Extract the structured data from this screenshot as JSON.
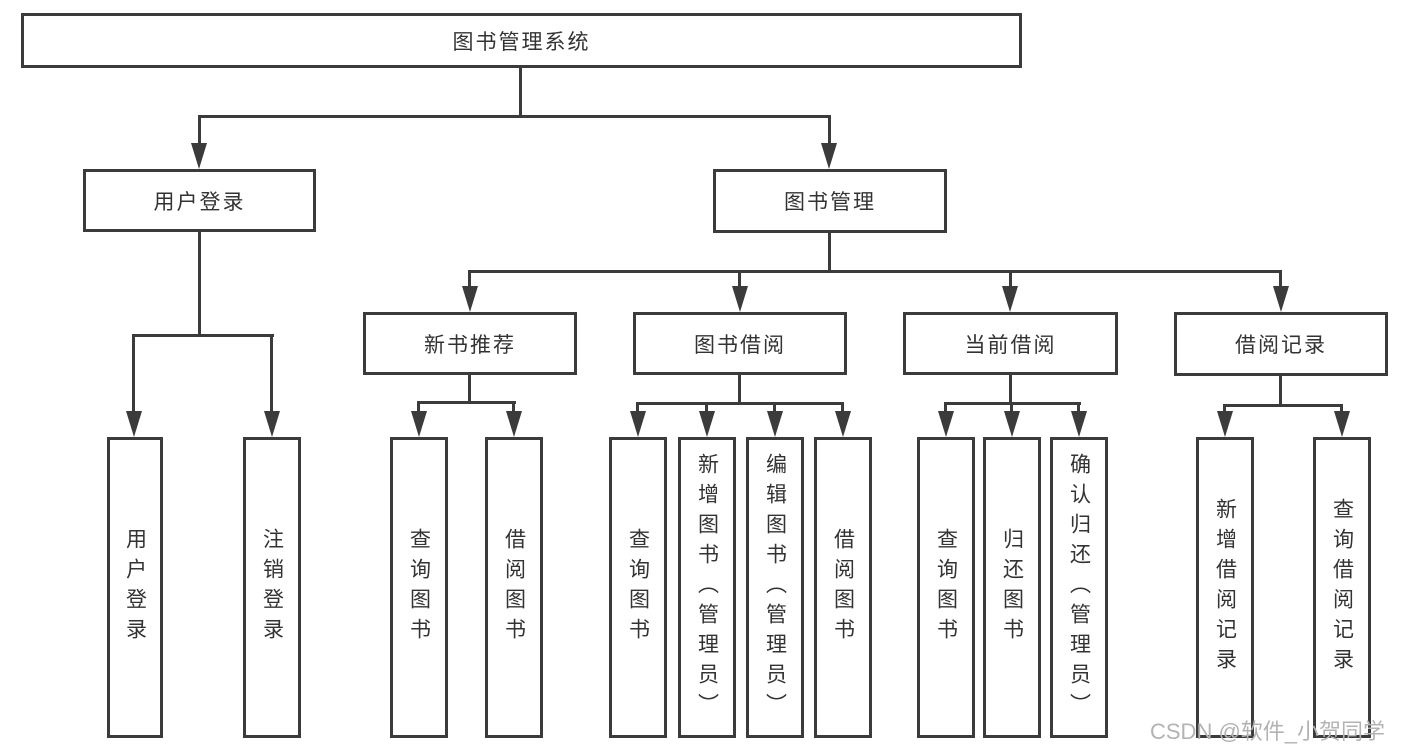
{
  "colors": {
    "line": "#3b3b3b",
    "text": "#333333",
    "watermark": "#b3b3b3",
    "bg": "#ffffff"
  },
  "tree": {
    "root": {
      "label": "图书管理系统"
    },
    "branches": [
      {
        "label": "用户登录",
        "children": [
          {
            "label": "用户登录"
          },
          {
            "label": "注销登录"
          }
        ]
      },
      {
        "label": "图书管理",
        "children": [
          {
            "label": "新书推荐",
            "children": [
              {
                "label": "查询图书"
              },
              {
                "label": "借阅图书"
              }
            ]
          },
          {
            "label": "图书借阅",
            "children": [
              {
                "label": "查询图书"
              },
              {
                "label": "新增图书（管理员）"
              },
              {
                "label": "编辑图书（管理员）"
              },
              {
                "label": "借阅图书"
              }
            ]
          },
          {
            "label": "当前借阅",
            "children": [
              {
                "label": "查询图书"
              },
              {
                "label": "归还图书"
              },
              {
                "label": "确认归还（管理员）"
              }
            ]
          },
          {
            "label": "借阅记录",
            "children": [
              {
                "label": "新增借阅记录"
              },
              {
                "label": "查询借阅记录"
              }
            ]
          }
        ]
      }
    ]
  },
  "watermark": {
    "text": "CSDN @软件_小贺同学"
  }
}
